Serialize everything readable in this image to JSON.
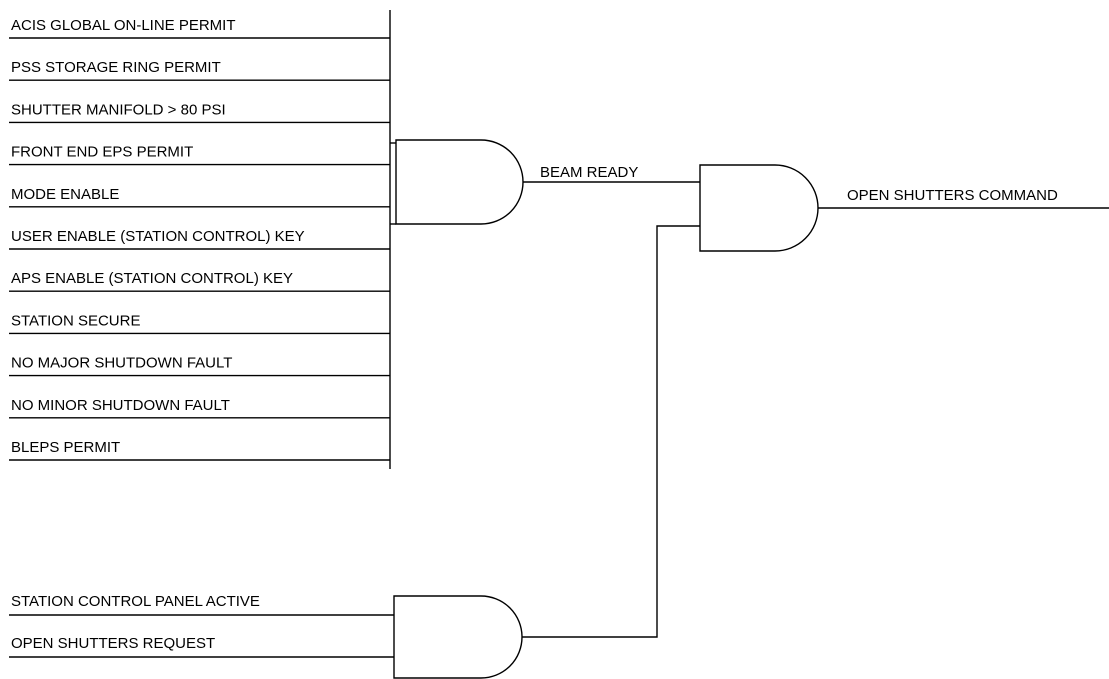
{
  "diagram": {
    "bus_inputs": [
      "ACIS GLOBAL ON-LINE PERMIT",
      "PSS STORAGE RING PERMIT",
      "SHUTTER MANIFOLD > 80 PSI",
      "FRONT END EPS PERMIT",
      "MODE ENABLE",
      "USER ENABLE (STATION CONTROL) KEY",
      "APS ENABLE (STATION CONTROL) KEY",
      "STATION SECURE",
      "NO MAJOR SHUTDOWN FAULT",
      "NO MINOR SHUTDOWN FAULT",
      "BLEPS PERMIT"
    ],
    "lower_inputs": [
      "STATION CONTROL PANEL ACTIVE",
      "OPEN SHUTTERS REQUEST"
    ],
    "intermediate_signal": "BEAM READY",
    "output_signal": "OPEN SHUTTERS COMMAND"
  }
}
